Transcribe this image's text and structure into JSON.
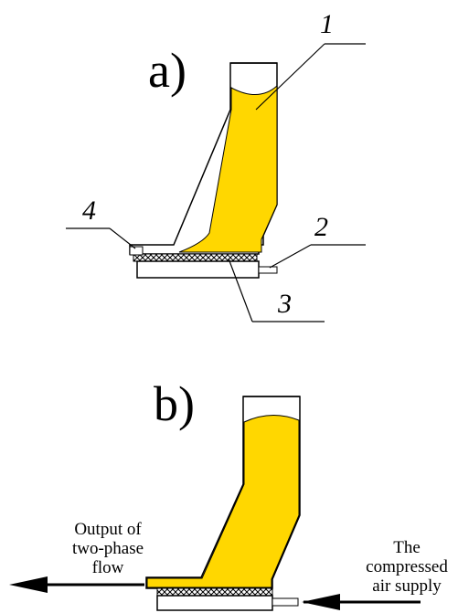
{
  "panel_a": {
    "title": "a)",
    "callouts": {
      "one": "1",
      "two": "2",
      "three": "3",
      "four": "4"
    }
  },
  "panel_b": {
    "title": "b)",
    "output_label": [
      "Output of",
      "two-phase",
      "flow"
    ],
    "input_label": [
      "The",
      "compressed",
      "air supply"
    ]
  },
  "colors": {
    "material": "#FFD700",
    "outline": "#000000",
    "background": "#FFFFFF"
  }
}
